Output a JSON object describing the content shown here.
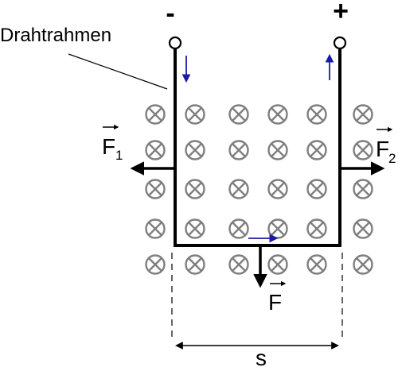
{
  "labels": {
    "minus": "-",
    "plus": "+",
    "frame": "Drahtrahmen",
    "force_left": "F",
    "force_left_sub": "1",
    "force_right": "F",
    "force_right_sub": "2",
    "force_bottom": "F",
    "width": "s"
  },
  "field": {
    "symbol": "field-into-page-icon",
    "rows": 5,
    "columns": 6,
    "color": "#7f7f7f"
  },
  "colors": {
    "wire": "#000000",
    "current": "#1a1aa6",
    "force": "#000000"
  }
}
